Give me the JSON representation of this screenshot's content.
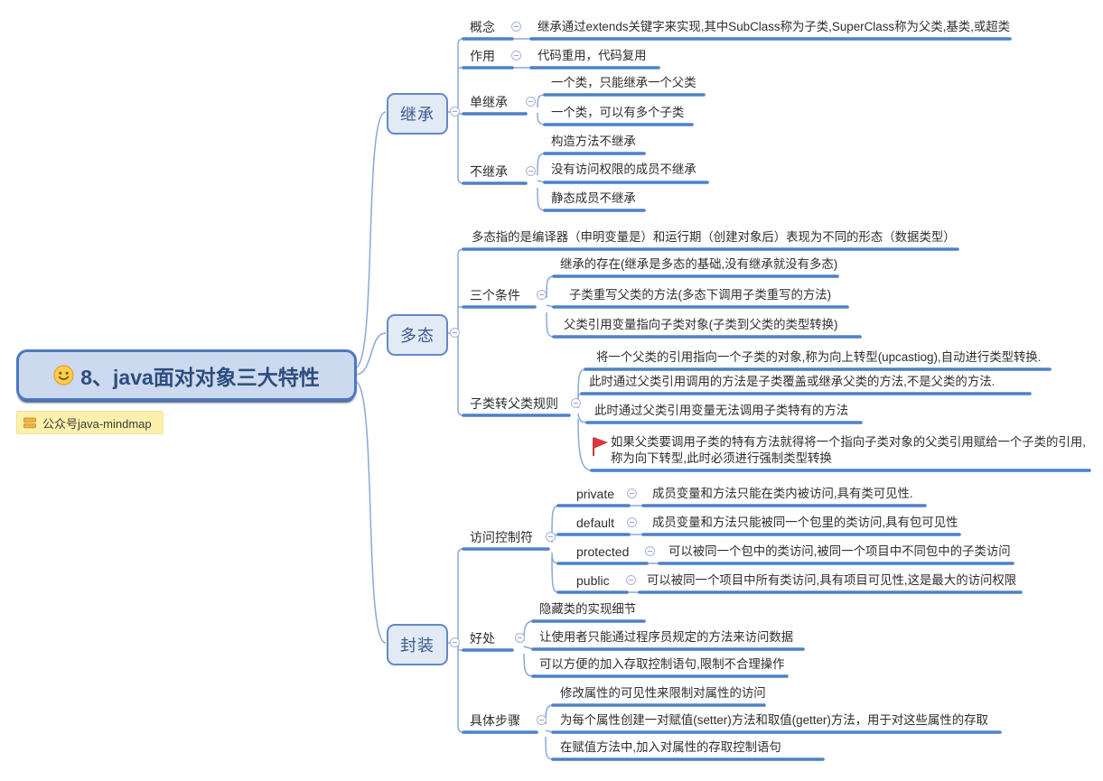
{
  "root": {
    "title": "8、java面对对象三大特性",
    "emoji": "smiley-face",
    "tag": "公众号java-mindmap"
  },
  "colors": {
    "underline_blue": "#4e81c6",
    "connector_blue": "#8aa9d8",
    "branch_fill": "#e2eaf6",
    "branch_border": "#6289c9",
    "root_fill": "#cdd9ee",
    "root_border": "#4c78c0",
    "root_text": "#2c4d7e",
    "tag_bg": "#fcf0ad",
    "flag_red": "#d8383e",
    "text": "#2e2e2e"
  },
  "icons": {
    "collapse": "minus-circle-icon",
    "marker": "red-flag-icon",
    "root_emoji": "smiley-icon",
    "tag_icon": "tag-bars-icon"
  },
  "branches": [
    {
      "label": "继承",
      "children": [
        {
          "label": "概念",
          "children": [
            {
              "label": "继承通过extends关键字来实现,其中SubClass称为子类,SuperClass称为父类,基类,或超类"
            }
          ]
        },
        {
          "label": "作用",
          "children": [
            {
              "label": "代码重用，代码复用"
            }
          ]
        },
        {
          "label": "单继承",
          "children": [
            {
              "label": "一个类，只能继承一个父类"
            },
            {
              "label": "一个类，可以有多个子类"
            }
          ]
        },
        {
          "label": "不继承",
          "children": [
            {
              "label": "构造方法不继承"
            },
            {
              "label": "没有访问权限的成员不继承"
            },
            {
              "label": "静态成员不继承"
            }
          ]
        }
      ]
    },
    {
      "label": "多态",
      "children": [
        {
          "label": "多态指的是编译器（申明变量是）和运行期（创建对象后）表现为不同的形态（数据类型）"
        },
        {
          "label": "三个条件",
          "children": [
            {
              "label": "继承的存在(继承是多态的基础,没有继承就没有多态)"
            },
            {
              "label": "子类重写父类的方法(多态下调用子类重写的方法)"
            },
            {
              "label": "父类引用变量指向子类对象(子类到父类的类型转换)"
            }
          ]
        },
        {
          "label": "子类转父类规则",
          "children": [
            {
              "label": "将一个父类的引用指向一个子类的对象,称为向上转型(upcastiog),自动进行类型转换."
            },
            {
              "label": "此时通过父类引用调用的方法是子类覆盖或继承父类的方法,不是父类的方法."
            },
            {
              "label": "此时通过父类引用变量无法调用子类特有的方法"
            },
            {
              "label": "如果父类要调用子类的特有方法就得将一个指向子类对象的父类引用赋给一个子类的引用,称为向下转型,此时必须进行强制类型转换",
              "marker": "red-flag"
            }
          ]
        }
      ]
    },
    {
      "label": "封装",
      "children": [
        {
          "label": "访问控制符",
          "children": [
            {
              "label": "private",
              "children": [
                {
                  "label": "成员变量和方法只能在类内被访问,具有类可见性."
                }
              ]
            },
            {
              "label": "default",
              "children": [
                {
                  "label": "成员变量和方法只能被同一个包里的类访问,具有包可见性"
                }
              ]
            },
            {
              "label": "protected",
              "children": [
                {
                  "label": "可以被同一个包中的类访问,被同一个项目中不同包中的子类访问"
                }
              ]
            },
            {
              "label": "public",
              "children": [
                {
                  "label": "可以被同一个项目中所有类访问,具有项目可见性,这是最大的访问权限"
                }
              ]
            }
          ]
        },
        {
          "label": "好处",
          "children": [
            {
              "label": "隐藏类的实现细节"
            },
            {
              "label": "让使用者只能通过程序员规定的方法来访问数据"
            },
            {
              "label": "可以方便的加入存取控制语句,限制不合理操作"
            }
          ]
        },
        {
          "label": "具体步骤",
          "children": [
            {
              "label": "修改属性的可见性来限制对属性的访问"
            },
            {
              "label": "为每个属性创建一对赋值(setter)方法和取值(getter)方法，用于对这些属性的存取"
            },
            {
              "label": "在赋值方法中,加入对属性的存取控制语句"
            }
          ]
        }
      ]
    }
  ]
}
